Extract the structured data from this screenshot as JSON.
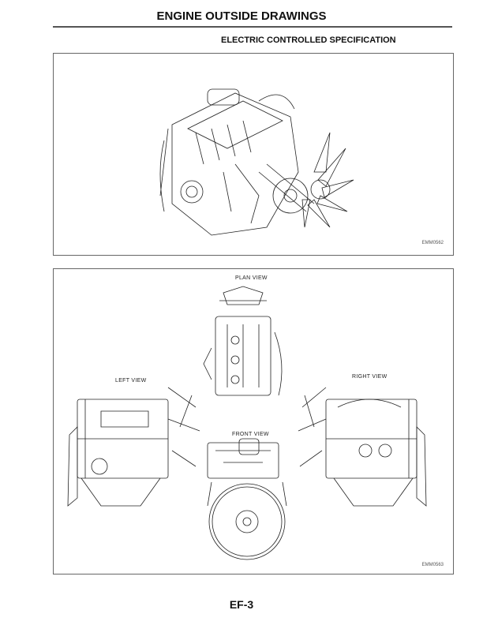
{
  "page": {
    "title": "ENGINE OUTSIDE DRAWINGS",
    "subtitle": "ELECTRIC CONTROLLED SPECIFICATION",
    "page_number": "EF-3"
  },
  "figure1": {
    "code": "EMM0562"
  },
  "figure2": {
    "code": "EMM0563",
    "labels": {
      "plan": "PLAN VIEW",
      "left": "LEFT VIEW",
      "front": "FRONT VIEW",
      "right": "RIGHT VIEW"
    }
  }
}
